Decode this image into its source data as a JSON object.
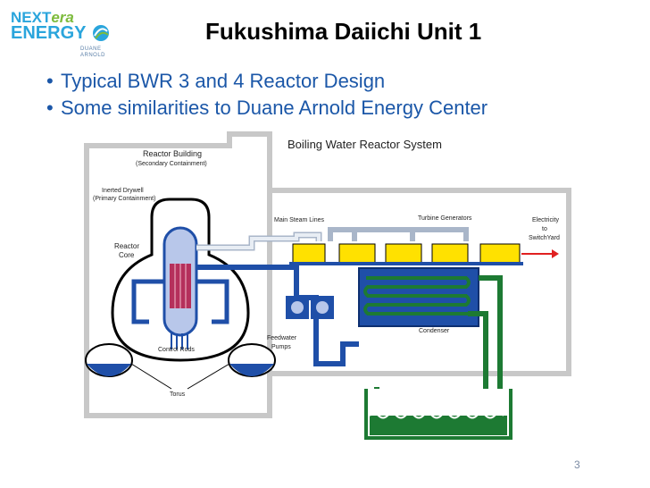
{
  "logo": {
    "line1_a": "NEXT",
    "line1_b": "era",
    "line2": "ENERGY",
    "line3": "DUANE ARNOLD"
  },
  "title": "Fukushima Daiichi Unit 1",
  "bullets": [
    "Typical BWR 3 and 4 Reactor Design",
    "Some similarities to Duane Arnold Energy Center"
  ],
  "diagram": {
    "title": "Boiling Water Reactor System",
    "labels": {
      "reactor_building": "Reactor Building",
      "secondary_containment": "(Secondary Containment)",
      "inerted_drywell": "Inerted Drywell",
      "primary_containment": "(Primary Containment)",
      "reactor": "Reactor",
      "core": "Core",
      "control_rods": "Control Rods",
      "torus": "Torus",
      "main_steam_lines": "Main Steam Lines",
      "turbine_generators": "Turbine Generators",
      "electricity": "Electricity",
      "to": "to",
      "switchyard": "SwitchYard",
      "feedwater": "Feedwater",
      "pumps": "Pumps",
      "condenser": "Condenser"
    }
  },
  "page_number": "3",
  "colors": {
    "title_blue": "#1b57a8",
    "steam": "#c8d2e0",
    "feedwater": "#1f4fa8",
    "generator": "#ffe100",
    "cooling": "#1d7a33",
    "building": "#d6d6d6"
  }
}
